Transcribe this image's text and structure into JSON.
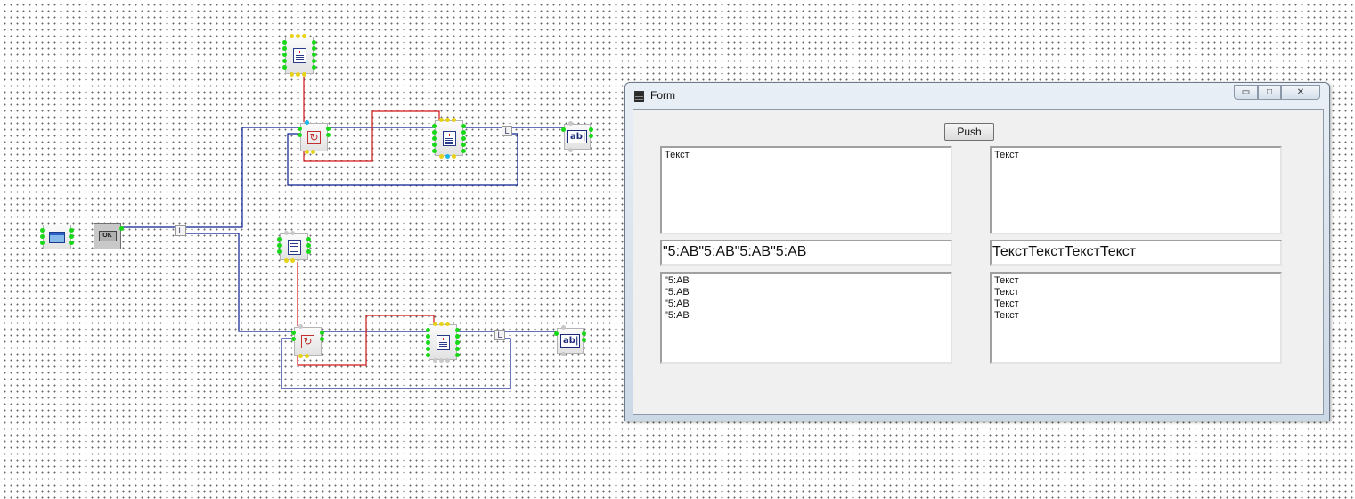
{
  "scheme": {
    "components": {
      "form_component": "form-icon",
      "ok_button_component": "ok-button-icon",
      "ok_label": "OK",
      "loop_icon": "loop-icon",
      "doc_icon": "document-icon",
      "edit_icon": "edit-field-icon",
      "edit_label": "ab|",
      "separator_label": "L"
    },
    "wire_colors": {
      "blue": "#0b1f8f",
      "red": "#d01818"
    }
  },
  "form_window": {
    "title": "Form",
    "buttons": {
      "minimize": "▭",
      "maximize": "□",
      "close": "✕"
    },
    "push_label": "Push",
    "memo_top_left": "Текст",
    "memo_top_right": "Текст",
    "edit_left": "\"5:AB\"5:AB\"5:AB\"5:AB",
    "edit_right": "ТекстТекстТекстТекст",
    "memo_bottom_left": "\"5:AB\n\"5:AB\n\"5:AB\n\"5:AB",
    "memo_bottom_right": "Текст\nТекст\nТекст\nТекст"
  }
}
